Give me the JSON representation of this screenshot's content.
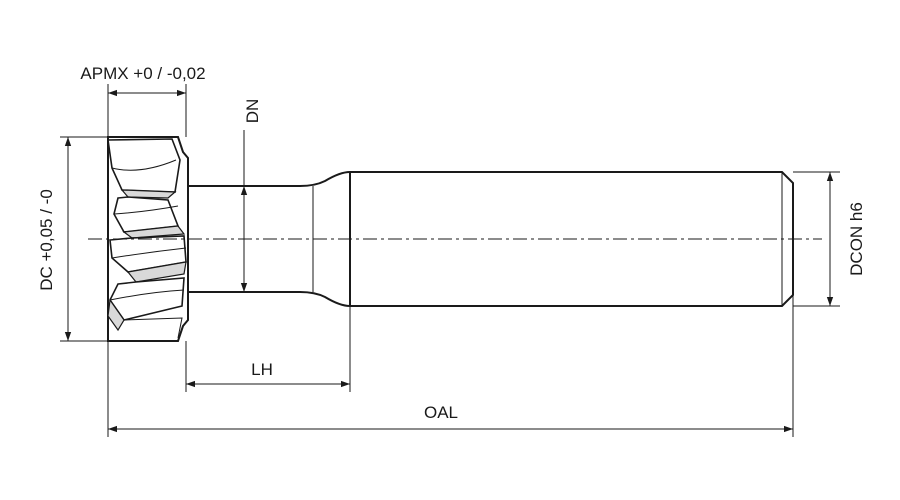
{
  "drawing": {
    "dimensions": {
      "apmx": "APMX +0 / -0,02",
      "dn": "DN",
      "dc": "DC +0,05 / -0",
      "dcon": "DCON h6",
      "lh": "LH",
      "oal": "OAL"
    },
    "colors": {
      "line": "#1a1a1a",
      "shade": "#d9d9d9",
      "background": "#ffffff"
    }
  }
}
